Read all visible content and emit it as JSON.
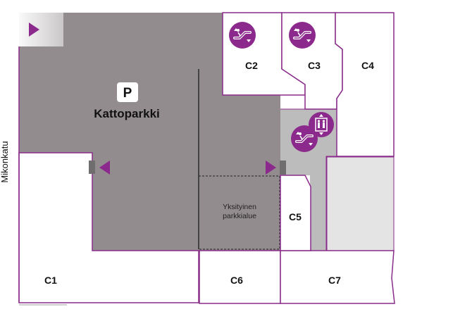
{
  "map": {
    "street": "Mikonkatu",
    "parking": {
      "symbol": "P",
      "label": "Kattoparkki"
    },
    "private_area": {
      "line1": "Yksityinen",
      "line2": "parkkialue"
    },
    "units": {
      "c1": "C1",
      "c2": "C2",
      "c3": "C3",
      "c4": "C4",
      "c5": "C5",
      "c6": "C6",
      "c7": "C7"
    },
    "icons": {
      "escalator": "escalator-icon",
      "elevator": "elevator-icon",
      "entrance": "entrance-arrow-icon"
    }
  },
  "colors": {
    "outline": "#8a2c8a",
    "accent": "#8b2a8c",
    "parking_fill": "#938c8e",
    "corridor_fill": "#bdbcbc",
    "light_unit_fill": "#e4e4e4",
    "door_fill": "#6f6d6e"
  }
}
